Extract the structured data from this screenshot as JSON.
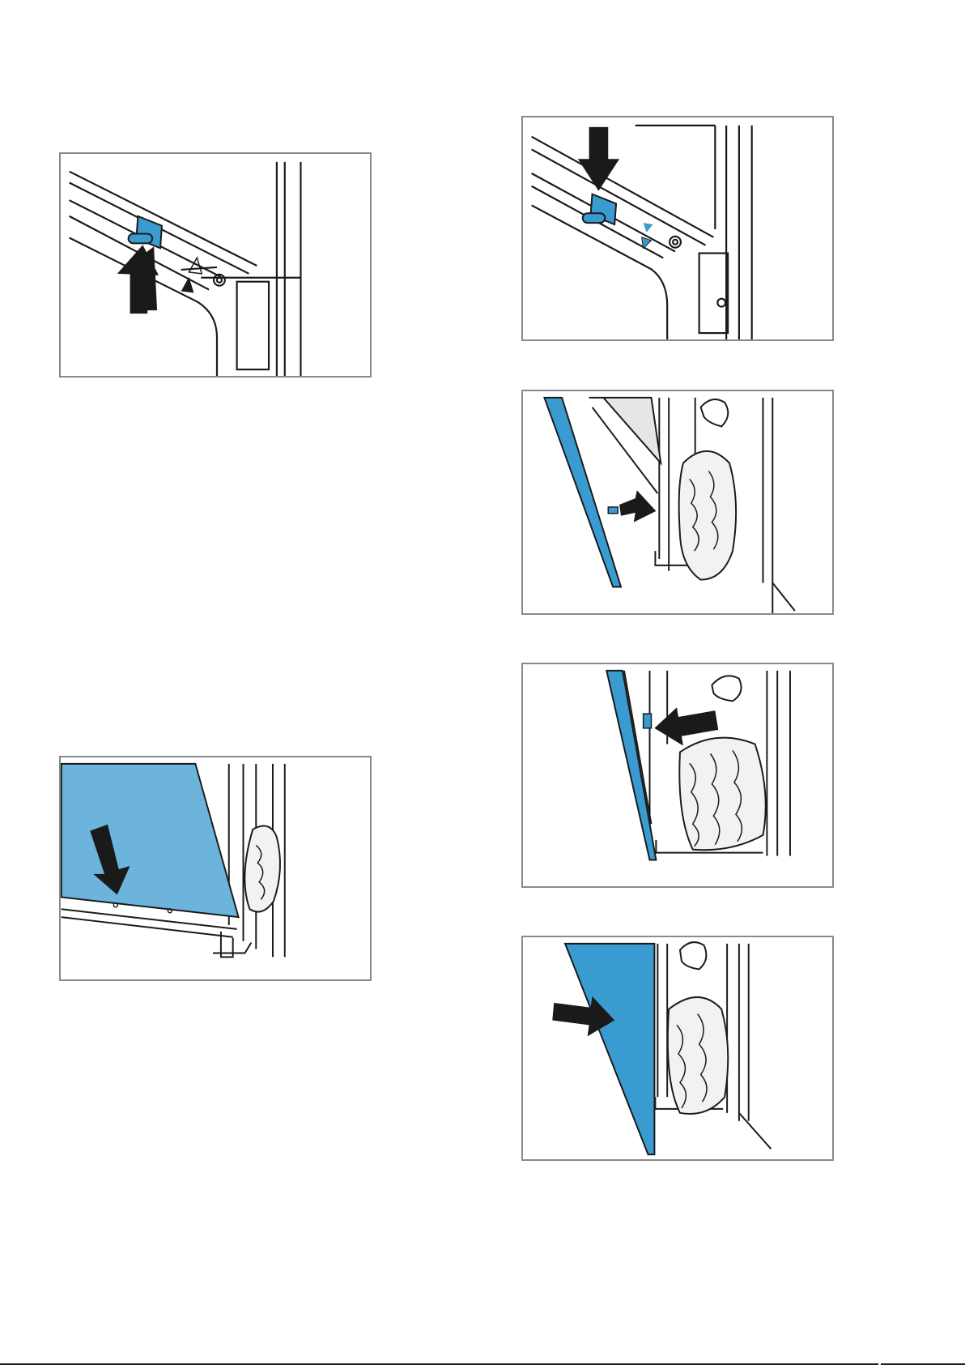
{
  "figures": [
    {
      "id": "fig-1",
      "depicts": "clip-lift",
      "arrow": "up"
    },
    {
      "id": "fig-2",
      "depicts": "glass-pane-lower",
      "arrow": "down"
    },
    {
      "id": "fig-3",
      "depicts": "clip-press",
      "arrow": "down"
    },
    {
      "id": "fig-4",
      "depicts": "pane-tilt-remove",
      "arrow": "in"
    },
    {
      "id": "fig-5",
      "depicts": "pane-pull-out",
      "arrow": "left"
    },
    {
      "id": "fig-6",
      "depicts": "pane-push-in",
      "arrow": "right"
    }
  ],
  "colors": {
    "accent_blue": "#3a9bd1",
    "glass_blue": "#6cb4dc",
    "panel_border": "#8a8a8a",
    "line": "#1a1a1a"
  },
  "icons": [
    "arrow-up-icon",
    "arrow-down-icon",
    "arrow-right-icon",
    "arrow-left-icon",
    "cloth-icon",
    "hand-icon"
  ]
}
